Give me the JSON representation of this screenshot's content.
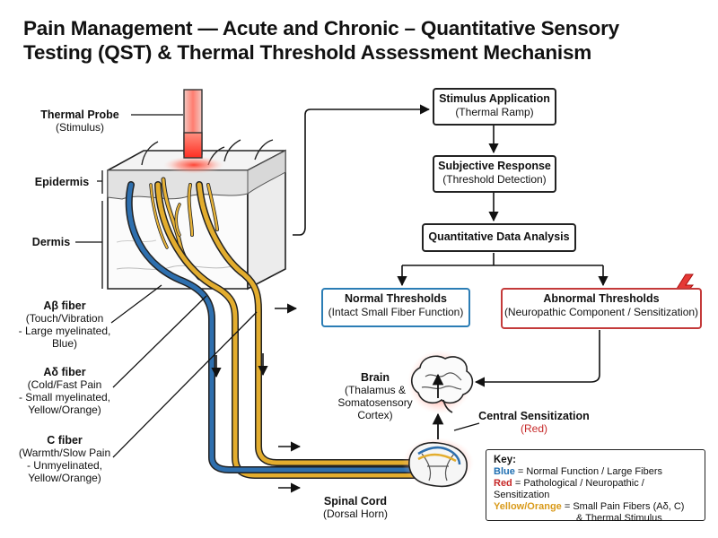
{
  "title": {
    "line1": "Pain Management — Acute and Chronic – Quantitative Sensory",
    "line2": "Testing (QST) & Thermal Threshold Assessment Mechanism"
  },
  "skin_labels": {
    "thermal_probe": "Thermal Probe",
    "thermal_probe_sub": "(Stimulus)",
    "epidermis": "Epidermis",
    "dermis": "Dermis"
  },
  "fibers": {
    "abeta_name": "Aβ fiber",
    "abeta_desc1": "(Touch/Vibration",
    "abeta_desc2": "- Large myelinated,",
    "abeta_desc3": "Blue)",
    "adelta_name": "Aδ fiber",
    "adelta_desc1": "(Cold/Fast Pain",
    "adelta_desc2": "- Small myelinated,",
    "adelta_desc3": "Yellow/Orange)",
    "c_name": "C fiber",
    "c_desc1": "(Warmth/Slow Pain",
    "c_desc2": "- Unmyelinated,",
    "c_desc3": "Yellow/Orange)"
  },
  "cns": {
    "brain": "Brain",
    "brain_sub1": "(Thalamus &",
    "brain_sub2": "Somatosensory Cortex)",
    "central": "Central Sensitization",
    "central_sub": "(Red)",
    "spinal": "Spinal Cord",
    "spinal_sub": "(Dorsal Horn)"
  },
  "flow": {
    "stimulus_title": "Stimulus Application",
    "stimulus_sub": "(Thermal Ramp)",
    "response_title": "Subjective Response",
    "response_sub": "(Threshold Detection)",
    "analysis_title": "Quantitative Data Analysis",
    "normal_title": "Normal Thresholds",
    "normal_sub": "(Intact Small Fiber Function)",
    "abnormal_title": "Abnormal Thresholds",
    "abnormal_sub": "(Neuropathic Component / Sensitization)"
  },
  "key": {
    "title": "Key:",
    "blue_word": "Blue",
    "blue_text": " = Normal Function / Large Fibers",
    "red_word": "Red",
    "red_text": " = Pathological / Neuropathic / Sensitization",
    "yellow_word": "Yellow/Orange",
    "yellow_text": " = Small Pain Fibers (Aδ, C)",
    "yellow_text2": "& Thermal Stimulus"
  },
  "colors": {
    "blue_fiber": "#2e6fae",
    "yellow_fiber": "#e3ad2e",
    "red_accent": "#d93030",
    "normal_border": "#2b7db5",
    "abnormal_border": "#c43a3a"
  },
  "icons": [
    "lightning-icon",
    "brain-icon",
    "spinal-cord-icon",
    "thermal-probe-icon",
    "skin-block-icon"
  ]
}
